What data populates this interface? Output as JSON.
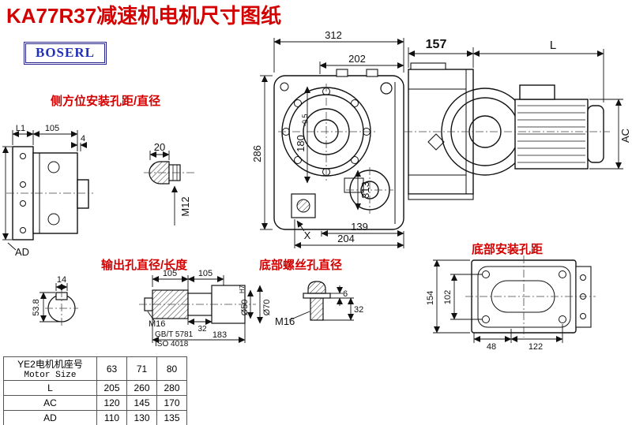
{
  "page": {
    "title": "KA77R37减速机电机尺寸图纸",
    "logo": "BOSERL"
  },
  "colors": {
    "accent_red": "#d40000",
    "logo_blue": "#2230b8",
    "line": "#111111"
  },
  "labels": {
    "side_mount_holes": "侧方位安装孔距/直径",
    "output_hole": "输出孔直径/长度",
    "bottom_screw_hole": "底部螺丝孔直径",
    "bottom_mount_holes": "底部安装孔距"
  },
  "front_view": {
    "overall_width": "312",
    "flange_width": "202",
    "overall_height": "286",
    "mount_height": "180",
    "mount_height_tol": "-0.5",
    "vert_dim": "313",
    "base_inner": "139",
    "base_width": "204",
    "x_mark": "X"
  },
  "motor_view": {
    "adapter_len": "157",
    "motor_len": "L",
    "motor_dia": "AC"
  },
  "side_view": {
    "l1": "L1",
    "width_105": "105",
    "flange_4": "4",
    "ad": "AD"
  },
  "side_hole_detail": {
    "len_20": "20",
    "thread": "M12"
  },
  "shaft_section": {
    "key_width": "14",
    "key_depth": "53.8"
  },
  "output_shaft": {
    "len_a": "105",
    "len_b": "105",
    "thread": "M16",
    "std_gb": "GB/T 5781",
    "std_iso": "ISO 4018",
    "step_len": "32",
    "total_len": "183",
    "dia_bore": "Ø50",
    "dia_bore_tol": "H7",
    "dia_outer": "Ø70"
  },
  "bottom_screw": {
    "washer_h": "6",
    "depth": "32",
    "thread": "M16"
  },
  "bottom_view": {
    "height_154": "154",
    "height_102": "102",
    "pitch_48": "48",
    "pitch_122": "122"
  },
  "table": {
    "header_cn": "YE2电机机座号",
    "header_en": "Motor Size",
    "sizes": [
      "63",
      "71",
      "80"
    ],
    "rows": [
      {
        "label": "L",
        "values": [
          "205",
          "260",
          "280"
        ]
      },
      {
        "label": "AC",
        "values": [
          "120",
          "145",
          "170"
        ]
      },
      {
        "label": "AD",
        "values": [
          "110",
          "130",
          "135"
        ]
      }
    ]
  }
}
